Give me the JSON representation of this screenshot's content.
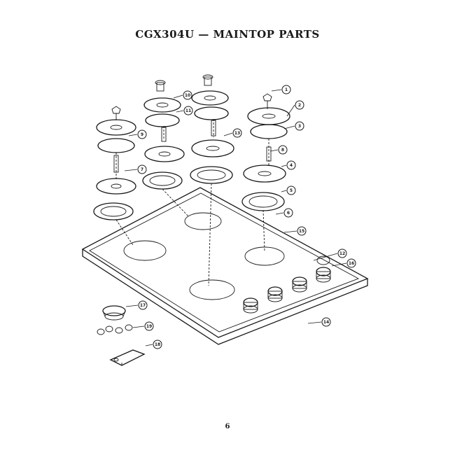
{
  "title": "CGX304U — MAINTOP PARTS",
  "page_number": "6",
  "callouts": [
    "1",
    "2",
    "3",
    "4",
    "5",
    "6",
    "7",
    "8",
    "9",
    "10",
    "11",
    "12",
    "13",
    "14",
    "15",
    "16",
    "17",
    "18",
    "19"
  ]
}
